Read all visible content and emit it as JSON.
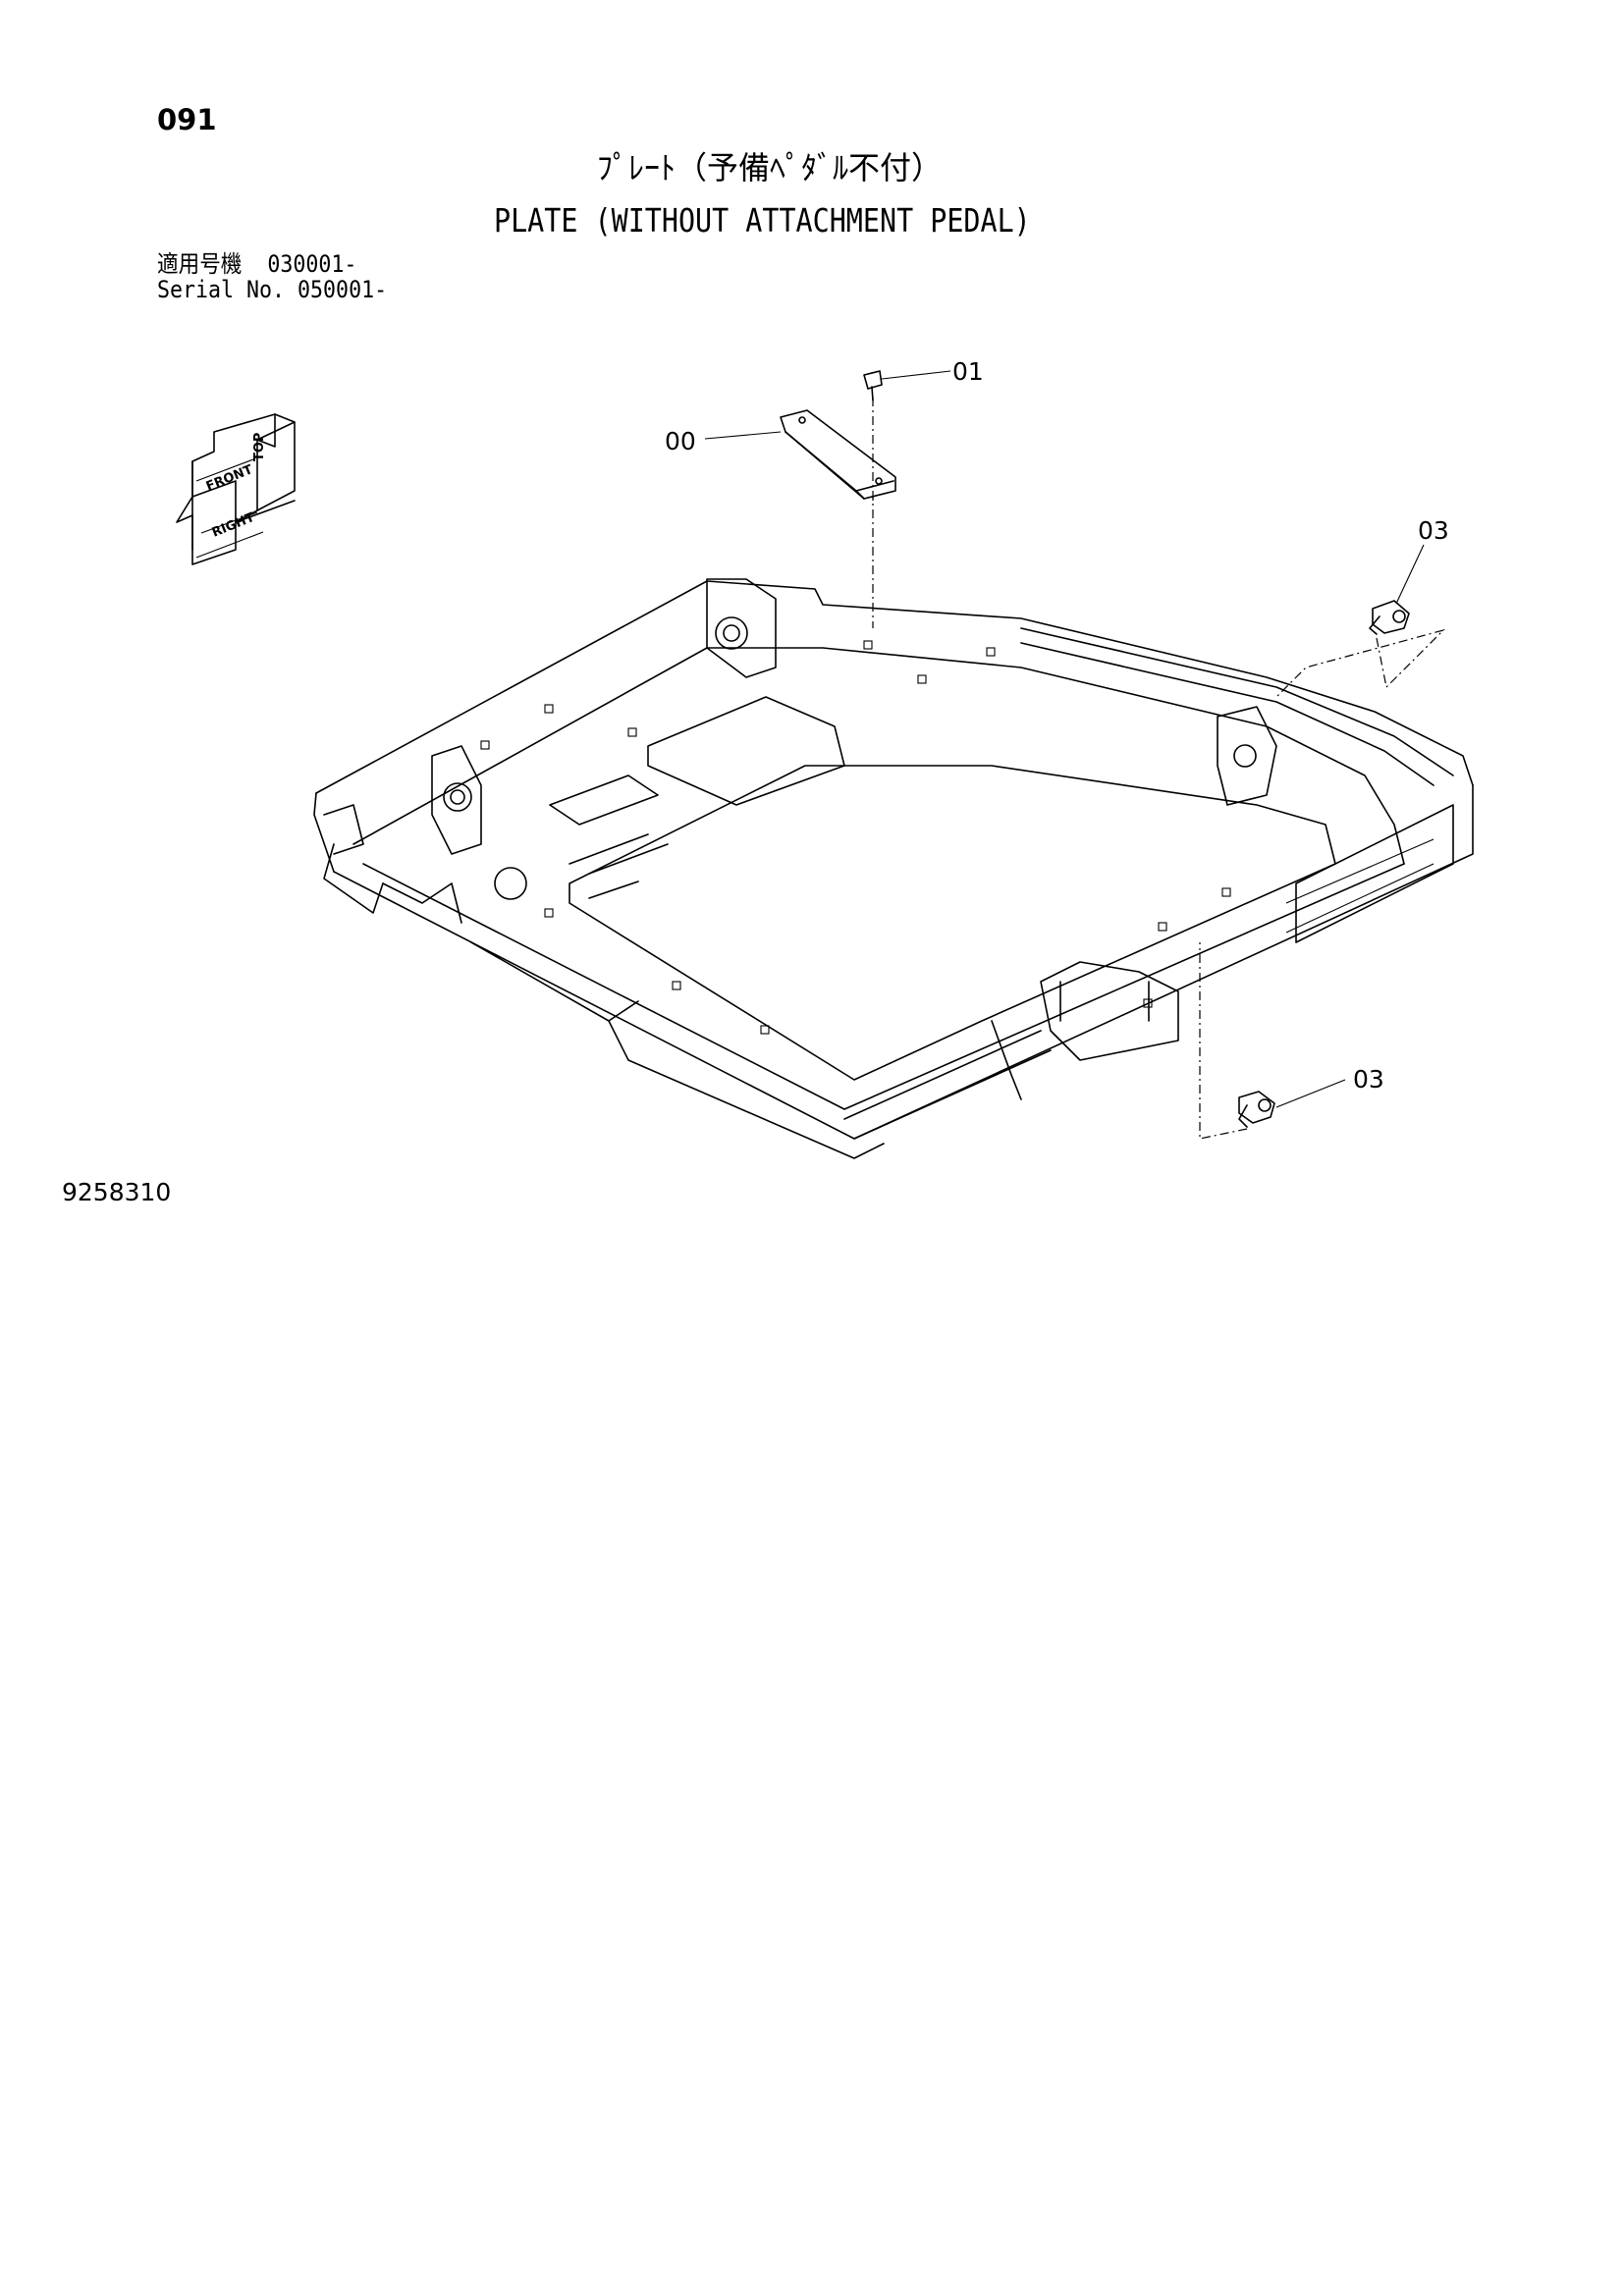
{
  "page": {
    "number": "091",
    "title_jp": "ﾌﾟﾚｰﾄ（予備ﾍﾟﾀﾞﾙ不付）",
    "title_en": "PLATE (WITHOUT ATTACHMENT PEDAL)",
    "serial_jp": "適用号機  030001-",
    "serial_en": "Serial No. 050001-",
    "drawing_number": "9258310"
  },
  "orientation_icon": {
    "labels": [
      "TOP",
      "FRONT",
      "RIGHT"
    ]
  },
  "callouts": [
    {
      "id": "00",
      "label": "00"
    },
    {
      "id": "01",
      "label": "01"
    },
    {
      "id": "03a",
      "label": "03"
    },
    {
      "id": "03b",
      "label": "03"
    }
  ]
}
